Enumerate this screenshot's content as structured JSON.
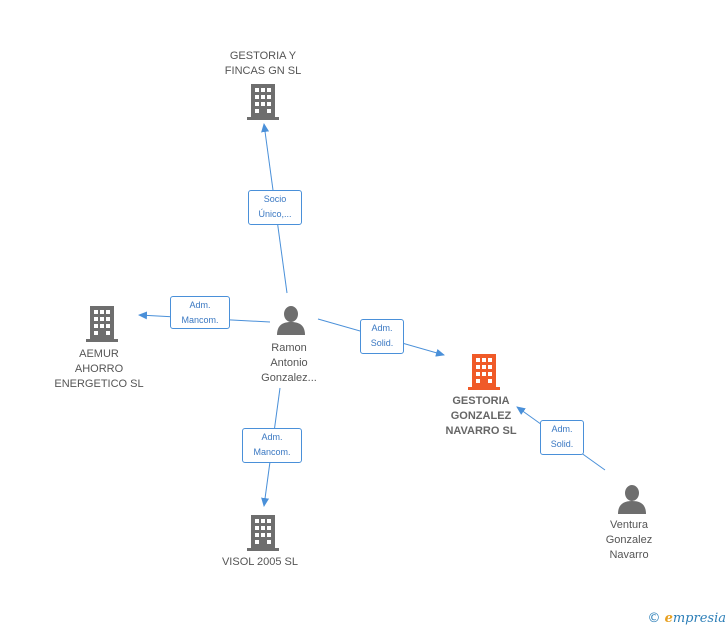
{
  "colors": {
    "edge": "#4a90d9",
    "building": "#6e6e6e",
    "building_main": "#f05a28",
    "person": "#6e6e6e"
  },
  "nodes": {
    "gestoria_fincas": {
      "lines": [
        "GESTORIA Y",
        "FINCAS GN SL"
      ],
      "icon": "building-icon"
    },
    "aemur": {
      "lines": [
        "AEMUR",
        "AHORRO",
        "ENERGETICO SL"
      ],
      "icon": "building-icon"
    },
    "ramon": {
      "lines": [
        "Ramon",
        "Antonio",
        "Gonzalez..."
      ],
      "icon": "person-icon"
    },
    "gestoria_gonzalez": {
      "lines": [
        "GESTORIA",
        "GONZALEZ",
        "NAVARRO SL"
      ],
      "icon": "building-icon"
    },
    "visol": {
      "lines": [
        "VISOL 2005  SL"
      ],
      "icon": "building-icon"
    },
    "ventura": {
      "lines": [
        "Ventura",
        "Gonzalez",
        "Navarro"
      ],
      "icon": "person-icon"
    }
  },
  "edges": {
    "socio": [
      "Socio",
      "Único,..."
    ],
    "mancom_left": [
      "Adm.",
      "Mancom."
    ],
    "solid_ramon": [
      "Adm.",
      "Solid."
    ],
    "mancom_down": [
      "Adm.",
      "Mancom."
    ],
    "solid_ventura": [
      "Adm.",
      "Solid."
    ]
  },
  "brand": {
    "copyright": "©",
    "name_first": "e",
    "name_rest": "mpresia"
  }
}
